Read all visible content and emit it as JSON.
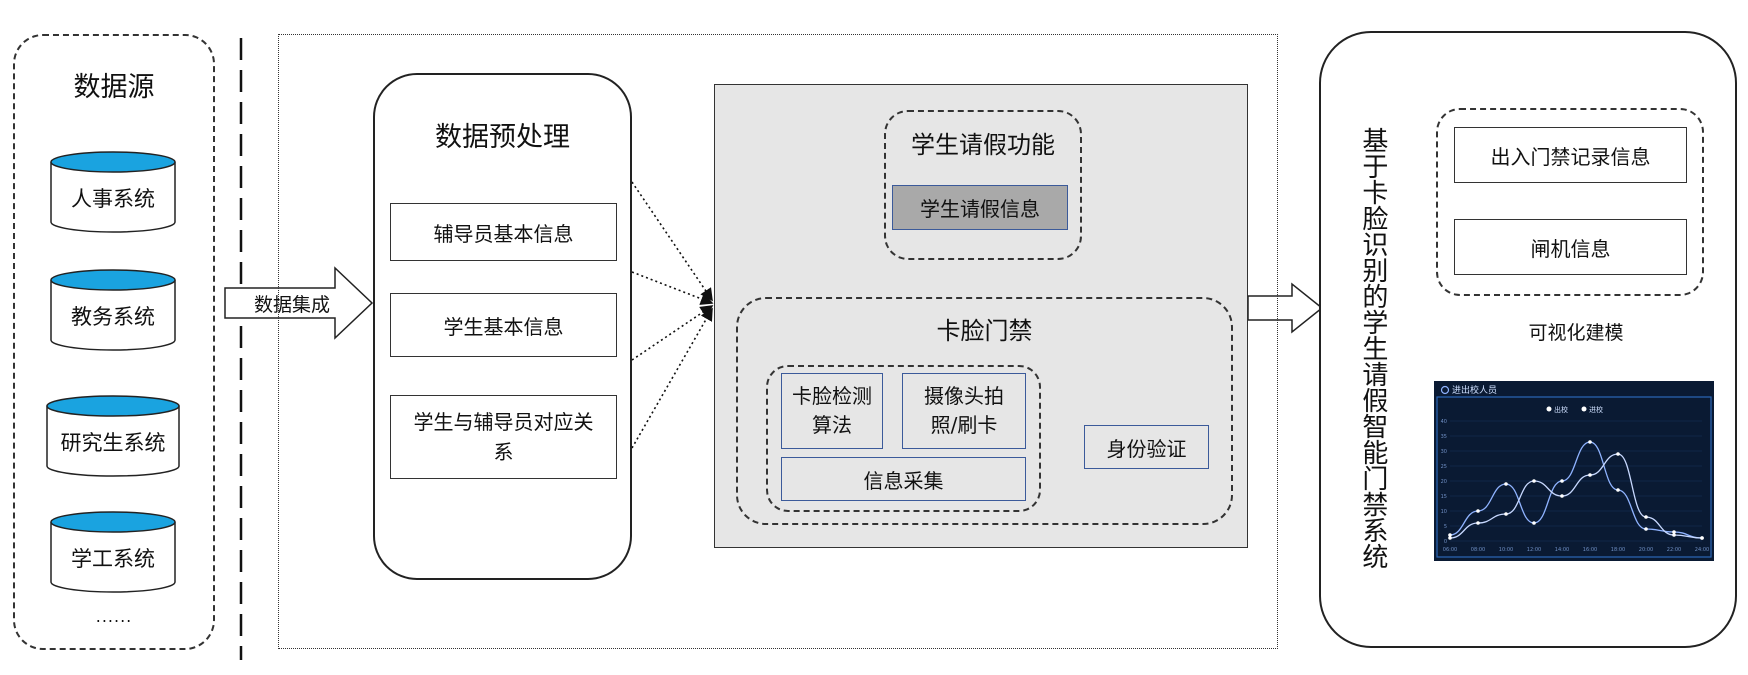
{
  "sources": {
    "title": "数据源",
    "items": [
      "人事系统",
      "教务系统",
      "研究生系统",
      "学工系统"
    ],
    "more": "......"
  },
  "integration_label": "数据集成",
  "preprocess": {
    "title": "数据预处理",
    "items": [
      "辅导员基本信息",
      "学生基本信息",
      "学生与辅导员对应关系"
    ]
  },
  "leave": {
    "title": "学生请假功能",
    "info": "学生请假信息"
  },
  "access": {
    "title": "卡脸门禁",
    "detect": "卡脸检测算法",
    "camera": "摄像头拍照/刷卡",
    "collect": "信息采集",
    "verify": "身份验证"
  },
  "system_title": "基于卡脸识别的学生请假智能门禁系统",
  "records": {
    "access_record": "出入门禁记录信息",
    "gate_info": "闸机信息"
  },
  "visual_label": "可视化建模",
  "dashboard": {
    "title": "进出校人员",
    "legend": [
      "出校",
      "进校"
    ]
  },
  "chart_data": {
    "type": "line",
    "title": "进出校人员",
    "x": [
      "06:00",
      "08:00",
      "10:00",
      "12:00",
      "14:00",
      "16:00",
      "18:00",
      "20:00",
      "22:00",
      "24:00"
    ],
    "series": [
      {
        "name": "出校",
        "values": [
          2,
          10,
          19,
          6,
          20,
          33,
          17,
          4,
          3,
          1
        ]
      },
      {
        "name": "进校",
        "values": [
          1,
          6,
          9,
          20,
          15,
          22,
          29,
          8,
          2,
          1
        ]
      }
    ],
    "ylim": [
      0,
      40
    ],
    "yticks": [
      0,
      5,
      10,
      15,
      20,
      25,
      30,
      35,
      40
    ],
    "grid": true,
    "legend": "top",
    "colors": {
      "bg": "#0a1a33",
      "line": "#8fb3ff",
      "frame": "#2b67b8"
    }
  },
  "colors": {
    "db_top": "#1aa3e0",
    "panel_gray": "#e6e6e6",
    "leave_info_fill": "#a9a9a9",
    "box_border_blue": "#3b5a9a"
  }
}
